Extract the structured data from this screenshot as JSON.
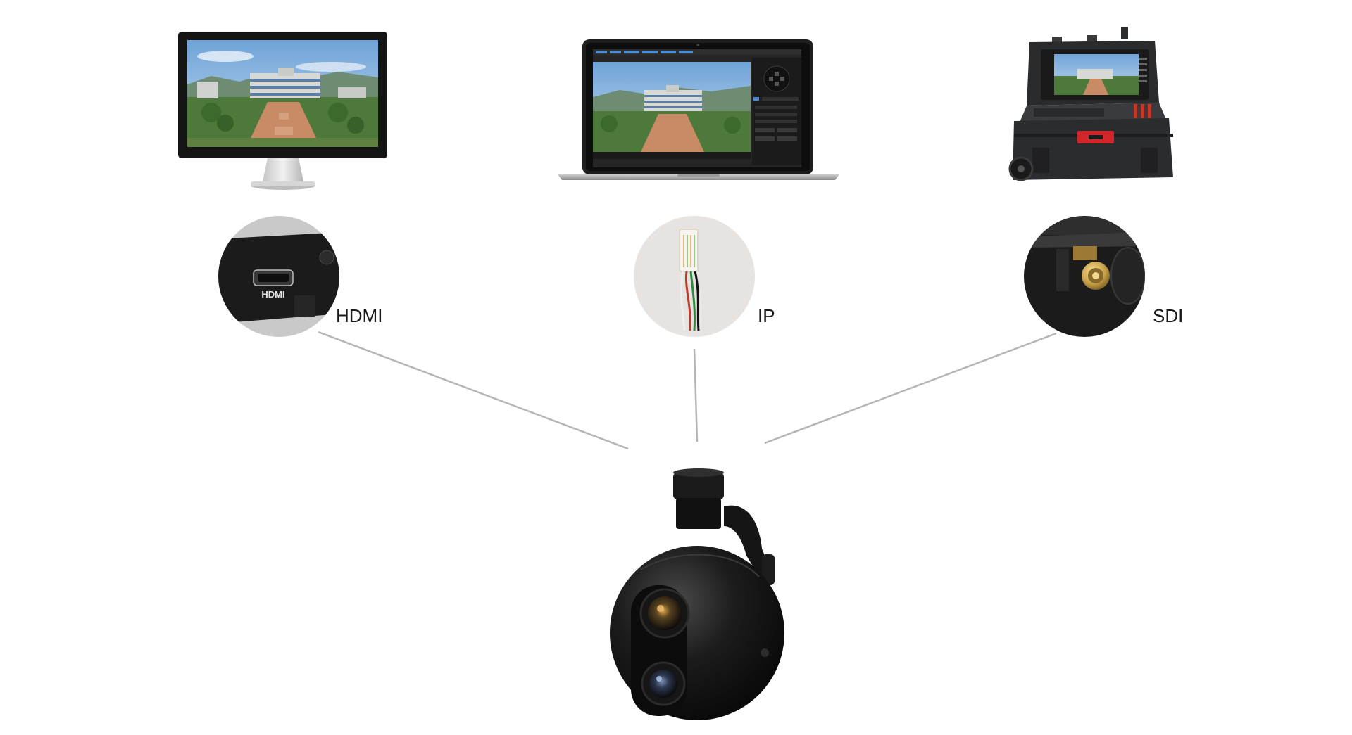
{
  "devices": [
    {
      "name": "monitor",
      "icon": "desktop-monitor-icon",
      "port": "HDMI"
    },
    {
      "name": "laptop",
      "icon": "laptop-icon",
      "port": "IP"
    },
    {
      "name": "ground-station",
      "icon": "portable-ground-station-case-icon",
      "port": "SDI"
    }
  ],
  "labels": {
    "hdmi": "HDMI",
    "ip": "IP",
    "sdi": "SDI",
    "hdmi_port_text": "HDMI"
  },
  "source": {
    "name": "gimbal-camera",
    "icon": "dual-sensor-gimbal-camera-icon"
  },
  "colors": {
    "background": "#ffffff",
    "connector_line": "#b5b5b5",
    "label_text": "#1a1a1a",
    "camera_body": "#161616",
    "screen_sky": "#7fb0de",
    "screen_grass": "#4d7a3a",
    "sma_gold": "#c9a24a"
  }
}
